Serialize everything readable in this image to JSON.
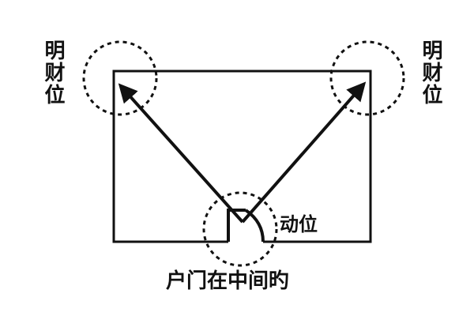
{
  "labels": {
    "left_wealth_position": "明财位",
    "right_wealth_position": "明财位",
    "moving_position": "动位",
    "caption": "户门在中间旳"
  },
  "colors": {
    "ink": "#111111",
    "background": "#ffffff"
  }
}
